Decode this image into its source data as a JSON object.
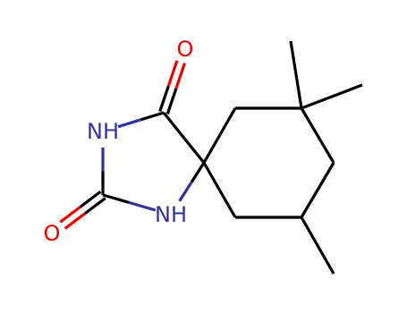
{
  "molecule": {
    "atoms": [
      {
        "id": "c_sp",
        "element": "C",
        "label": ""
      },
      {
        "id": "c_co_a",
        "element": "C",
        "label": ""
      },
      {
        "id": "o_a",
        "element": "O",
        "label": "O"
      },
      {
        "id": "n_a",
        "element": "N",
        "label": "NH"
      },
      {
        "id": "c_co_b",
        "element": "C",
        "label": ""
      },
      {
        "id": "o_b",
        "element": "O",
        "label": "O"
      },
      {
        "id": "n_b",
        "element": "N",
        "label": "NH"
      },
      {
        "id": "c_r1",
        "element": "C",
        "label": ""
      },
      {
        "id": "c_q",
        "element": "C",
        "label": ""
      },
      {
        "id": "me_q1",
        "element": "C",
        "label": ""
      },
      {
        "id": "me_q2",
        "element": "C",
        "label": ""
      },
      {
        "id": "c_r2",
        "element": "C",
        "label": ""
      },
      {
        "id": "c_r3",
        "element": "C",
        "label": ""
      },
      {
        "id": "me_r3",
        "element": "C",
        "label": ""
      },
      {
        "id": "c_r4",
        "element": "C",
        "label": ""
      }
    ],
    "bonds": [
      {
        "from": "c_sp",
        "to": "c_co_a",
        "order": 1
      },
      {
        "from": "c_co_a",
        "to": "o_a",
        "order": 2
      },
      {
        "from": "c_co_a",
        "to": "n_a",
        "order": 1
      },
      {
        "from": "n_a",
        "to": "c_co_b",
        "order": 1
      },
      {
        "from": "c_co_b",
        "to": "o_b",
        "order": 2
      },
      {
        "from": "c_co_b",
        "to": "n_b",
        "order": 1
      },
      {
        "from": "n_b",
        "to": "c_sp",
        "order": 1
      },
      {
        "from": "c_sp",
        "to": "c_r1",
        "order": 1
      },
      {
        "from": "c_r1",
        "to": "c_q",
        "order": 1
      },
      {
        "from": "c_q",
        "to": "me_q1",
        "order": 1
      },
      {
        "from": "c_q",
        "to": "me_q2",
        "order": 1
      },
      {
        "from": "c_q",
        "to": "c_r2",
        "order": 1
      },
      {
        "from": "c_r2",
        "to": "c_r3",
        "order": 1
      },
      {
        "from": "c_r3",
        "to": "me_r3",
        "order": 1
      },
      {
        "from": "c_r3",
        "to": "c_r4",
        "order": 1
      },
      {
        "from": "c_r4",
        "to": "c_sp",
        "order": 1
      }
    ],
    "colors": {
      "C": "#000000",
      "N": "#33339a",
      "O": "#e60000",
      "background": "#ffffff"
    }
  }
}
